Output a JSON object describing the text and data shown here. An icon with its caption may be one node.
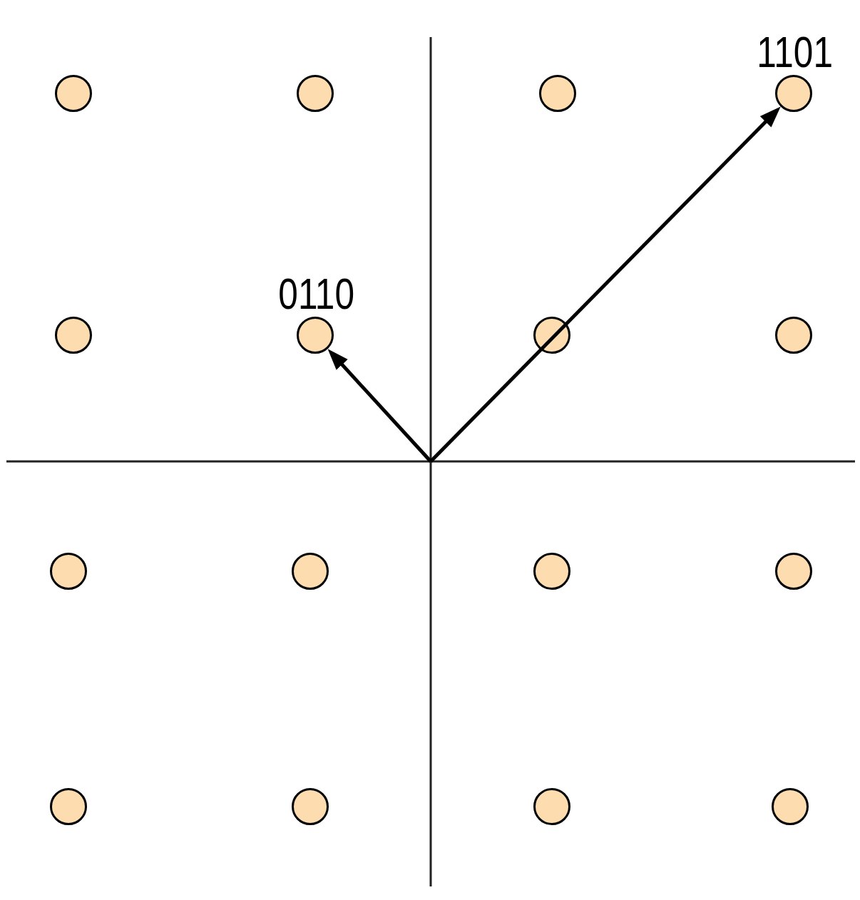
{
  "diagram": {
    "nodes": [
      {
        "text": [],
        "shape": "circle"
      },
      {
        "text": [],
        "shape": "circle"
      },
      {
        "text": [],
        "shape": "circle"
      },
      {
        "text": [],
        "shape": "circle",
        "beside": [
          "1101"
        ]
      },
      {
        "text": [],
        "shape": "circle"
      },
      {
        "text": [],
        "shape": "circle",
        "beside": [
          "0110"
        ]
      },
      {
        "text": [],
        "shape": "circle"
      },
      {
        "text": [],
        "shape": "circle"
      },
      {
        "text": [],
        "shape": "circle"
      },
      {
        "text": [],
        "shape": "circle"
      },
      {
        "text": [],
        "shape": "circle"
      },
      {
        "text": [],
        "shape": "circle"
      },
      {
        "text": [],
        "shape": "circle"
      },
      {
        "text": [],
        "shape": "circle"
      },
      {
        "text": [],
        "shape": "circle"
      },
      {
        "text": [],
        "shape": "circle"
      }
    ],
    "edges": [
      {
        "from": null,
        "to": 5,
        "arrow": "to"
      },
      {
        "from": null,
        "to": 3,
        "arrow": "to"
      }
    ]
  }
}
